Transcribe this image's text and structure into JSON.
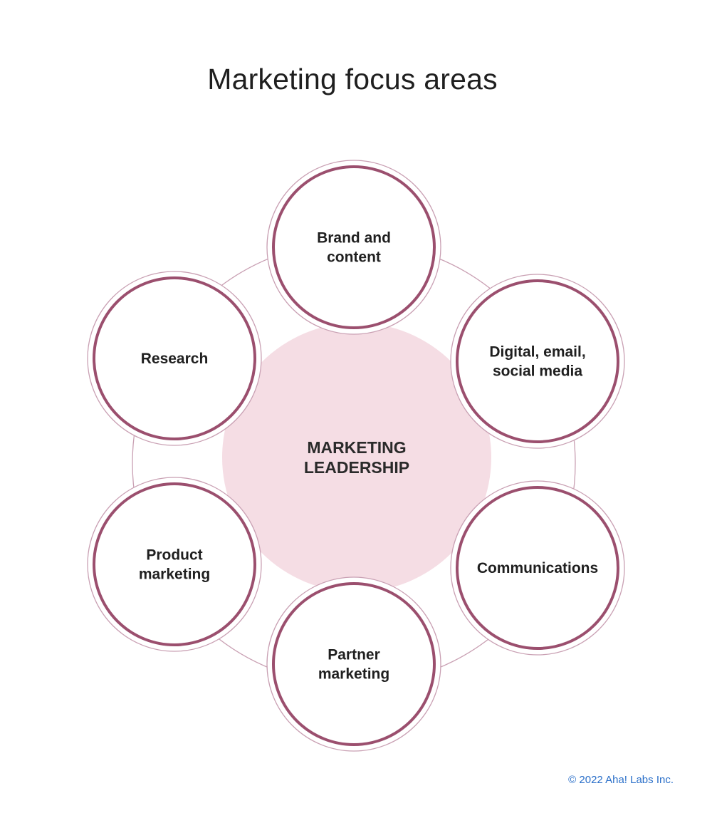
{
  "title": "Marketing focus areas",
  "center": {
    "lines": [
      "MARKETING",
      "LEADERSHIP"
    ]
  },
  "nodes": [
    {
      "id": "brand-and-content",
      "lines": [
        "Brand and",
        "content"
      ]
    },
    {
      "id": "digital-email-social-media",
      "lines": [
        "Digital, email,",
        "social media"
      ]
    },
    {
      "id": "communications",
      "lines": [
        "Communications"
      ]
    },
    {
      "id": "partner-marketing",
      "lines": [
        "Partner",
        "marketing"
      ]
    },
    {
      "id": "product-marketing",
      "lines": [
        "Product",
        "marketing"
      ]
    },
    {
      "id": "research",
      "lines": [
        "Research"
      ]
    }
  ],
  "copyright": "© 2022 Aha! Labs Inc.",
  "colors": {
    "node_ring": "#9b4f6e",
    "outer_ring": "#c9a0b3",
    "center_fill": "#f5dde4",
    "title_text": "#1f1f1f",
    "copyright_text": "#2a6fc9"
  }
}
